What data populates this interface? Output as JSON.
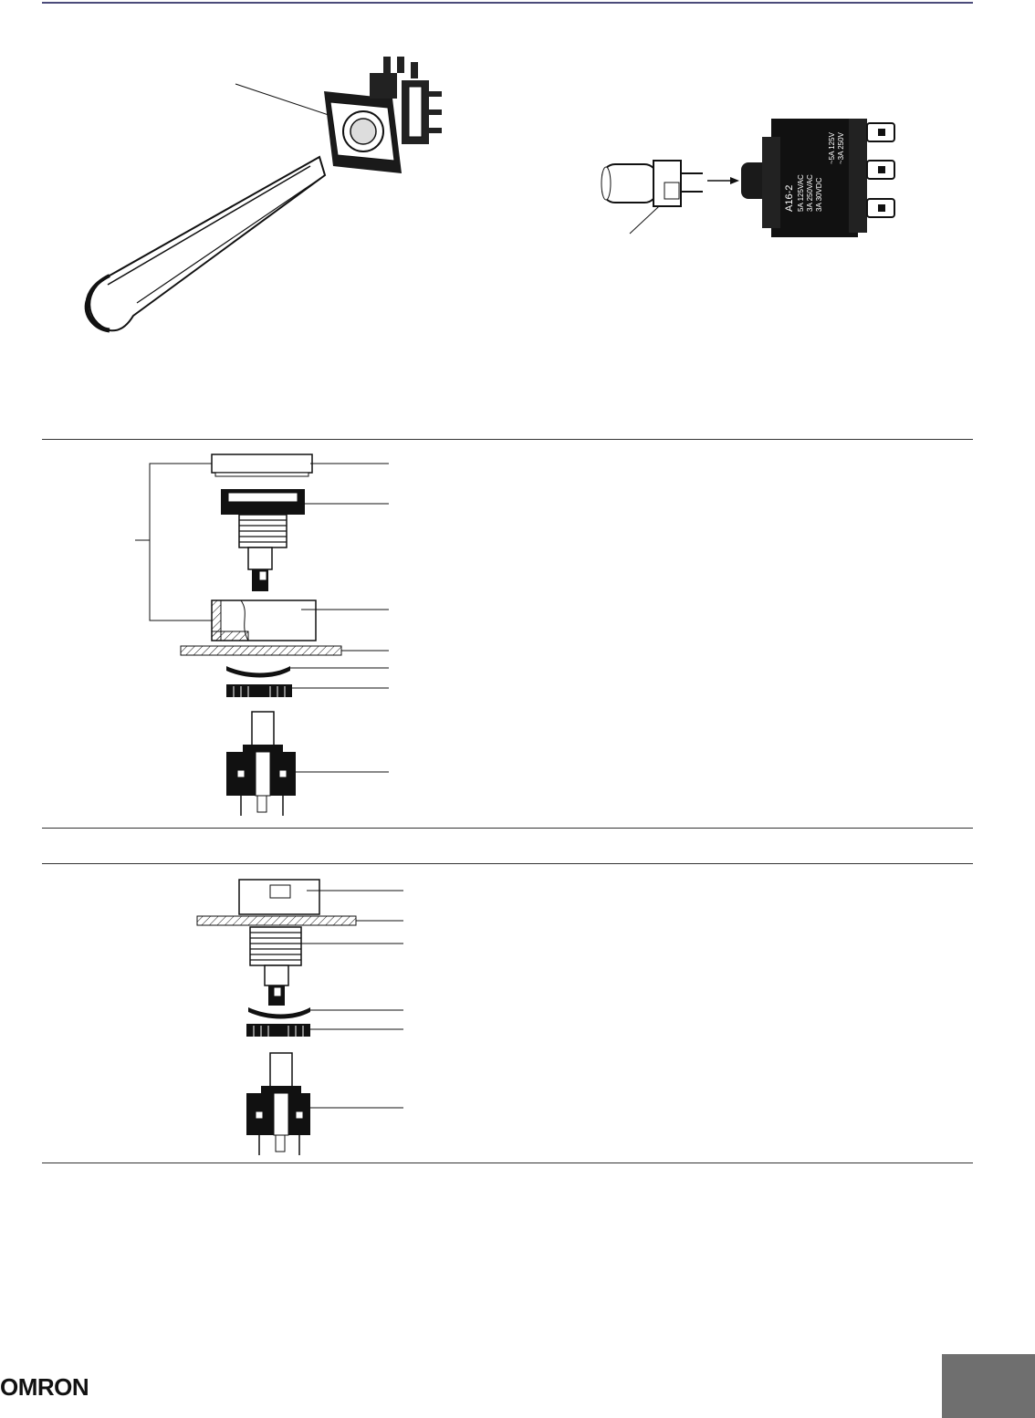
{
  "brand": {
    "logo_text": "OMRON"
  },
  "figures": {
    "relay_label_lines": [
      "A16-2",
      "5A 125VAC",
      "3A 250VAC",
      "3A 30VDC"
    ],
    "relay_label_right": [
      "~5A 125V",
      "~3A 250V"
    ]
  },
  "colors": {
    "line": "#111111",
    "rule": "#333333",
    "tab": "#6f6f6f",
    "top_rule": "#4b4b7a"
  }
}
